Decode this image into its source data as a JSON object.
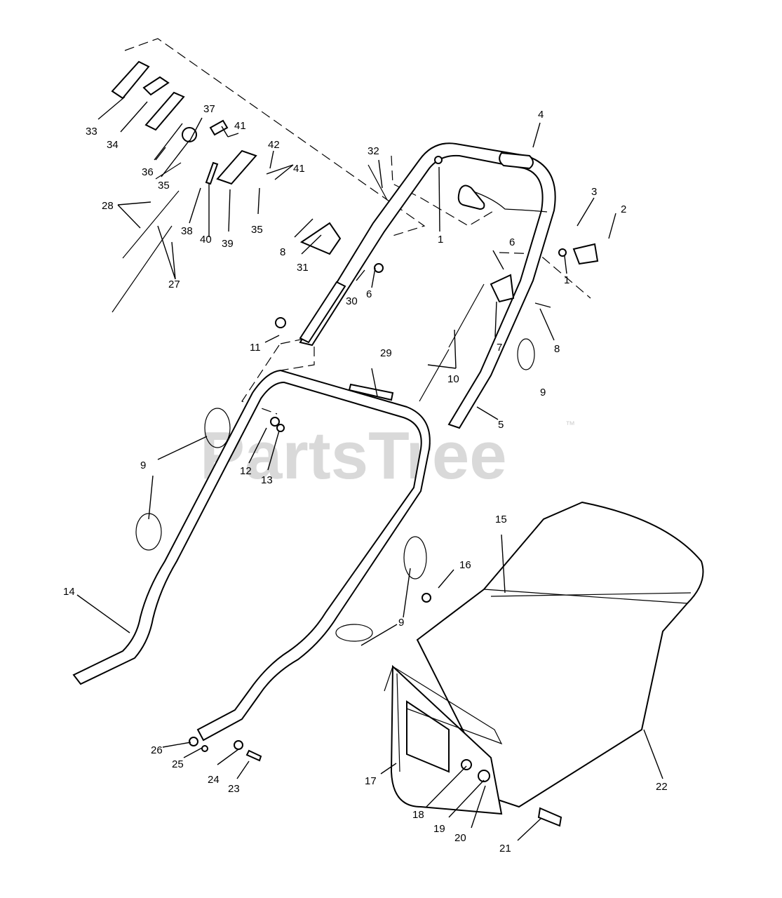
{
  "watermark": {
    "text": "PartsTree",
    "trademark": "™"
  },
  "callouts": [
    {
      "id": "c1a",
      "text": "1"
    },
    {
      "id": "c1b",
      "text": "1"
    },
    {
      "id": "c2",
      "text": "2"
    },
    {
      "id": "c3",
      "text": "3"
    },
    {
      "id": "c4",
      "text": "4"
    },
    {
      "id": "c5",
      "text": "5"
    },
    {
      "id": "c6a",
      "text": "6"
    },
    {
      "id": "c6b",
      "text": "6"
    },
    {
      "id": "c7",
      "text": "7"
    },
    {
      "id": "c8a",
      "text": "8"
    },
    {
      "id": "c8b",
      "text": "8"
    },
    {
      "id": "c9a",
      "text": "9"
    },
    {
      "id": "c9b",
      "text": "9"
    },
    {
      "id": "c9c",
      "text": "9"
    },
    {
      "id": "c10",
      "text": "10"
    },
    {
      "id": "c11",
      "text": "11"
    },
    {
      "id": "c12",
      "text": "12"
    },
    {
      "id": "c13",
      "text": "13"
    },
    {
      "id": "c14",
      "text": "14"
    },
    {
      "id": "c15",
      "text": "15"
    },
    {
      "id": "c16",
      "text": "16"
    },
    {
      "id": "c17",
      "text": "17"
    },
    {
      "id": "c18",
      "text": "18"
    },
    {
      "id": "c19",
      "text": "19"
    },
    {
      "id": "c20",
      "text": "20"
    },
    {
      "id": "c21",
      "text": "21"
    },
    {
      "id": "c22",
      "text": "22"
    },
    {
      "id": "c23",
      "text": "23"
    },
    {
      "id": "c24",
      "text": "24"
    },
    {
      "id": "c25",
      "text": "25"
    },
    {
      "id": "c26",
      "text": "26"
    },
    {
      "id": "c27",
      "text": "27"
    },
    {
      "id": "c28",
      "text": "28"
    },
    {
      "id": "c29",
      "text": "29"
    },
    {
      "id": "c30",
      "text": "30"
    },
    {
      "id": "c31",
      "text": "31"
    },
    {
      "id": "c32",
      "text": "32"
    },
    {
      "id": "c33",
      "text": "33"
    },
    {
      "id": "c34",
      "text": "34"
    },
    {
      "id": "c35a",
      "text": "35"
    },
    {
      "id": "c35b",
      "text": "35"
    },
    {
      "id": "c36",
      "text": "36"
    },
    {
      "id": "c37",
      "text": "37"
    },
    {
      "id": "c38",
      "text": "38"
    },
    {
      "id": "c39",
      "text": "39"
    },
    {
      "id": "c40",
      "text": "40"
    },
    {
      "id": "c41a",
      "text": "41"
    },
    {
      "id": "c41b",
      "text": "41"
    },
    {
      "id": "c42",
      "text": "42"
    }
  ]
}
